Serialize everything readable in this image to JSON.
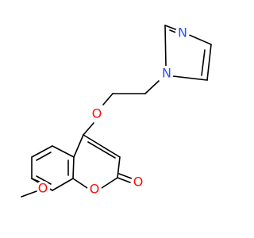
{
  "molecule": {
    "atoms": {
      "imidazole_n3": {
        "label": "N",
        "color": "#3050F8"
      },
      "imidazole_n1": {
        "label": "N",
        "color": "#3050F8"
      },
      "ether_o": {
        "label": "O",
        "color": "#FF0D0D"
      },
      "methoxy_o": {
        "label": "O",
        "color": "#FF0D0D"
      },
      "ring_o": {
        "label": "O",
        "color": "#FF0D0D"
      },
      "carbonyl_o": {
        "label": "O",
        "color": "#FF0D0D"
      }
    },
    "bond_color": "#000000"
  }
}
